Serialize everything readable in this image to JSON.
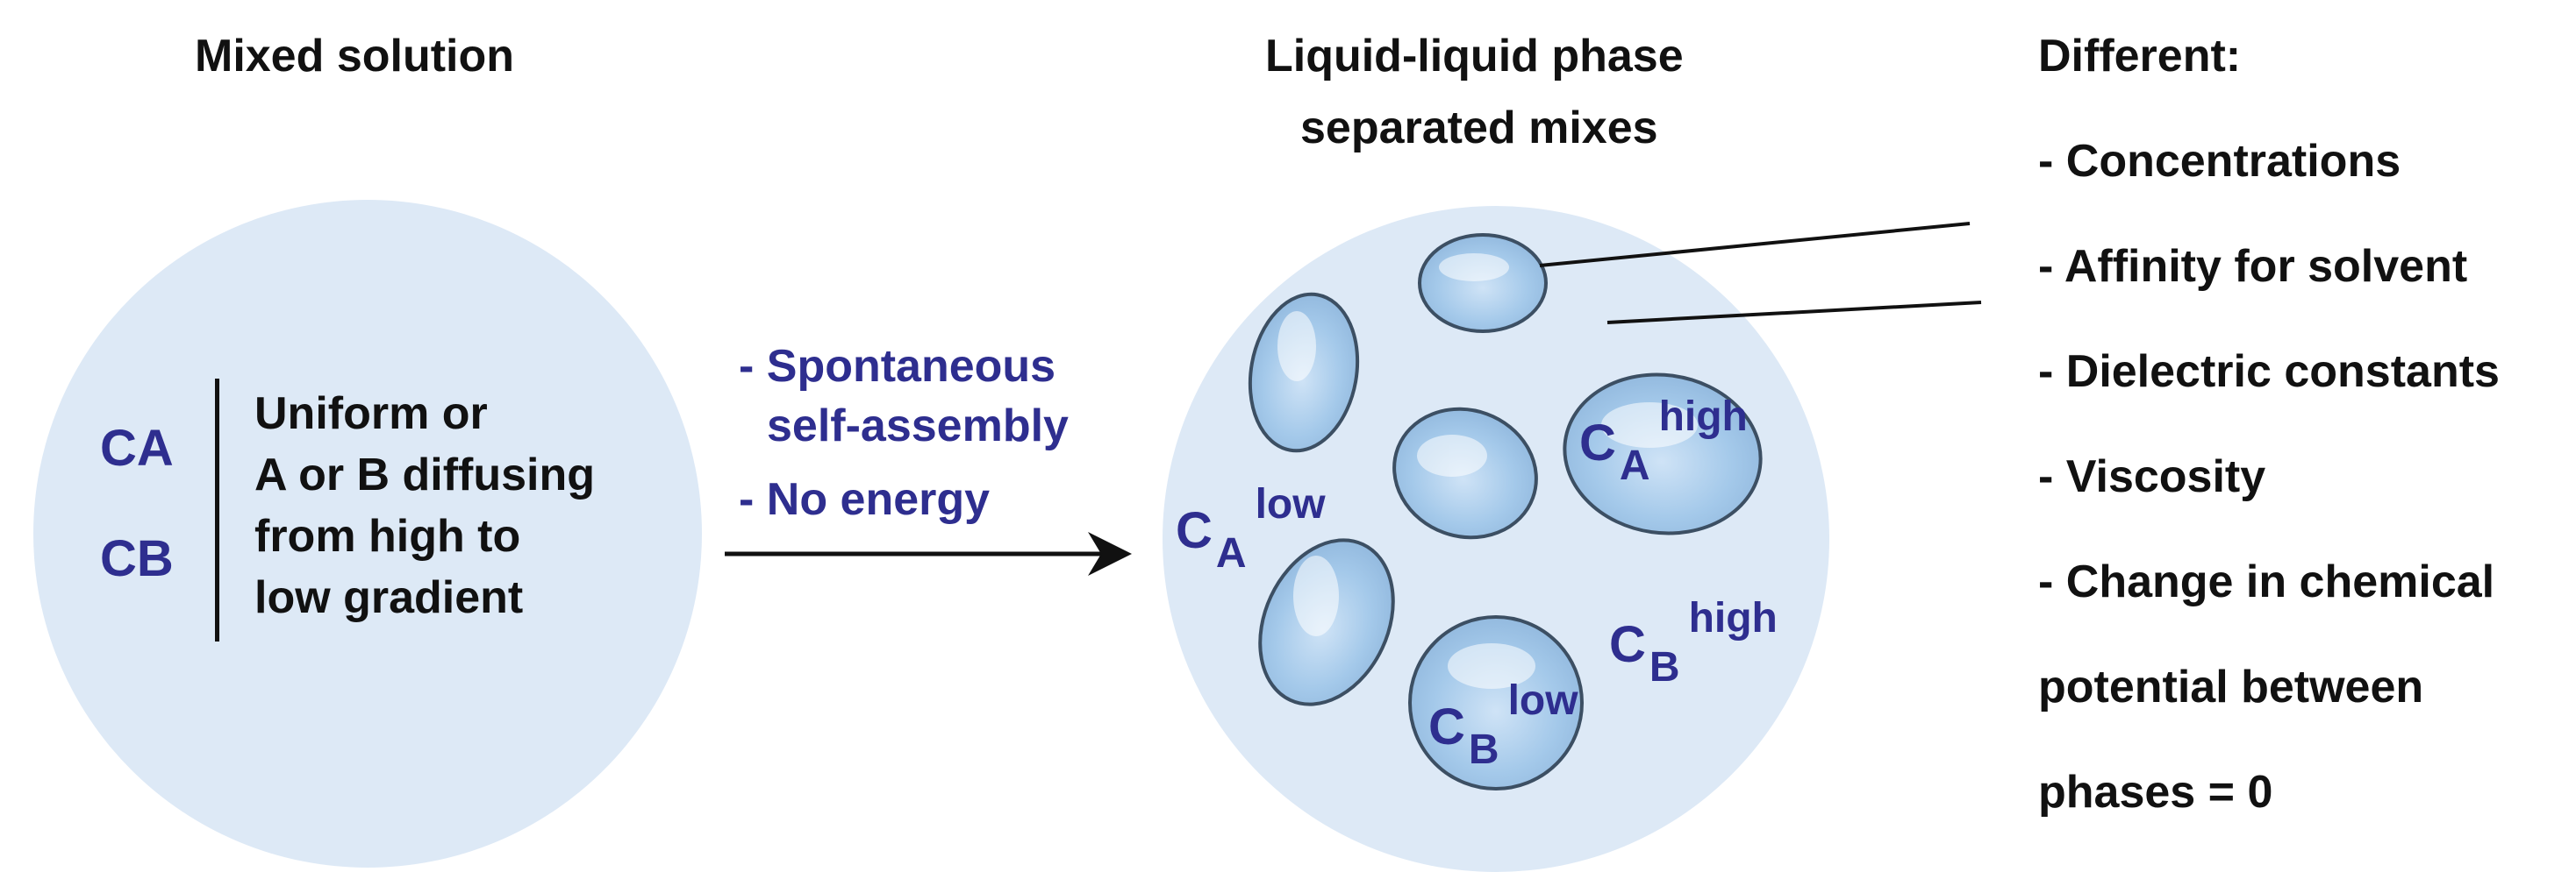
{
  "left": {
    "title": "Mixed solution",
    "ca": "CA",
    "cb": "CB",
    "lines": [
      "Uniform or",
      "A or B diffusing",
      "from high to",
      "low gradient"
    ]
  },
  "middle": {
    "line1": "- Spontaneous",
    "line2": "self-assembly",
    "line3": "- No energy"
  },
  "right_circle": {
    "title_line1": "Liquid-liquid phase",
    "title_line2": "separated mixes",
    "ca_low": {
      "base": "C",
      "sub": "A",
      "sup": "low"
    },
    "ca_high": {
      "base": "C",
      "sub": "A",
      "sup": "high"
    },
    "cb_low": {
      "base": "C",
      "sub": "B",
      "sup": "low"
    },
    "cb_high": {
      "base": "C",
      "sub": "B",
      "sup": "high"
    }
  },
  "properties": {
    "heading": "Different:",
    "items": [
      "- Concentrations",
      "- Affinity for solvent",
      "- Dielectric constants",
      "- Viscosity",
      "- Change in chemical",
      "potential between",
      "phases = 0"
    ]
  },
  "colors": {
    "circle_fill": "#dde9f6",
    "label_blue": "#2e2e8f",
    "droplet": "#a9cdec",
    "text": "#111111"
  }
}
